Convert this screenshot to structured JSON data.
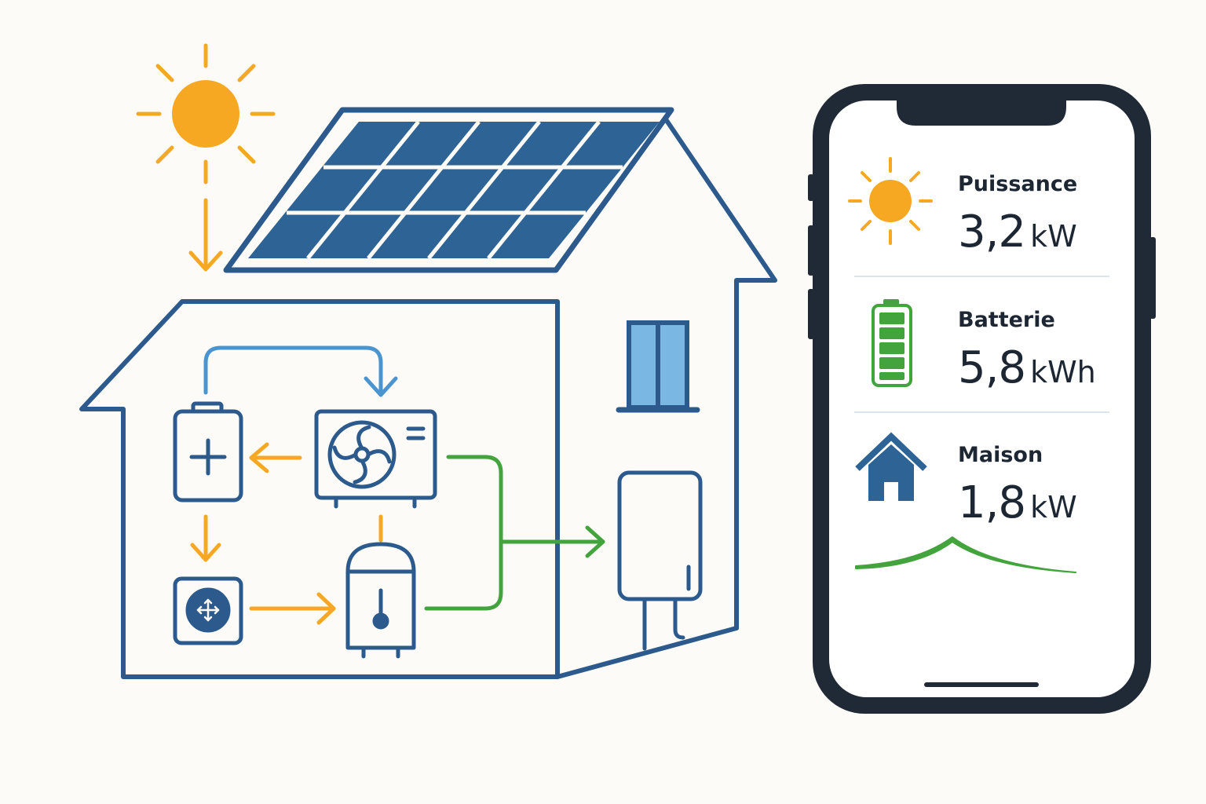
{
  "colors": {
    "house_outline": "#2c5a8c",
    "panel_fill": "#2e6396",
    "sun": "#f7a823",
    "heat_flow": "#f7a823",
    "cold_flow": "#4a94d0",
    "grid_flow": "#43a33c",
    "phone_frame": "#1f2a36",
    "window_glass": "#7ab7e2",
    "text": "#1d2733"
  },
  "icons": {
    "sun": "sun-icon",
    "battery": "battery-icon",
    "heat_pump": "heat-pump-fan-icon",
    "hot_water_tank": "water-heater-thermometer-icon",
    "ventilation": "ventilation-unit-icon",
    "electric_meter": "electric-meter-icon",
    "app_house": "house-icon"
  },
  "app": {
    "metrics": [
      {
        "label": "Puissance",
        "value": "3,2",
        "unit": "kW",
        "icon": "sun-icon"
      },
      {
        "label": "Batterie",
        "value": "5,8",
        "unit": "kWh",
        "icon": "battery-icon"
      },
      {
        "label": "Maison",
        "value": "1,8",
        "unit": "kW",
        "icon": "house-icon"
      }
    ]
  }
}
